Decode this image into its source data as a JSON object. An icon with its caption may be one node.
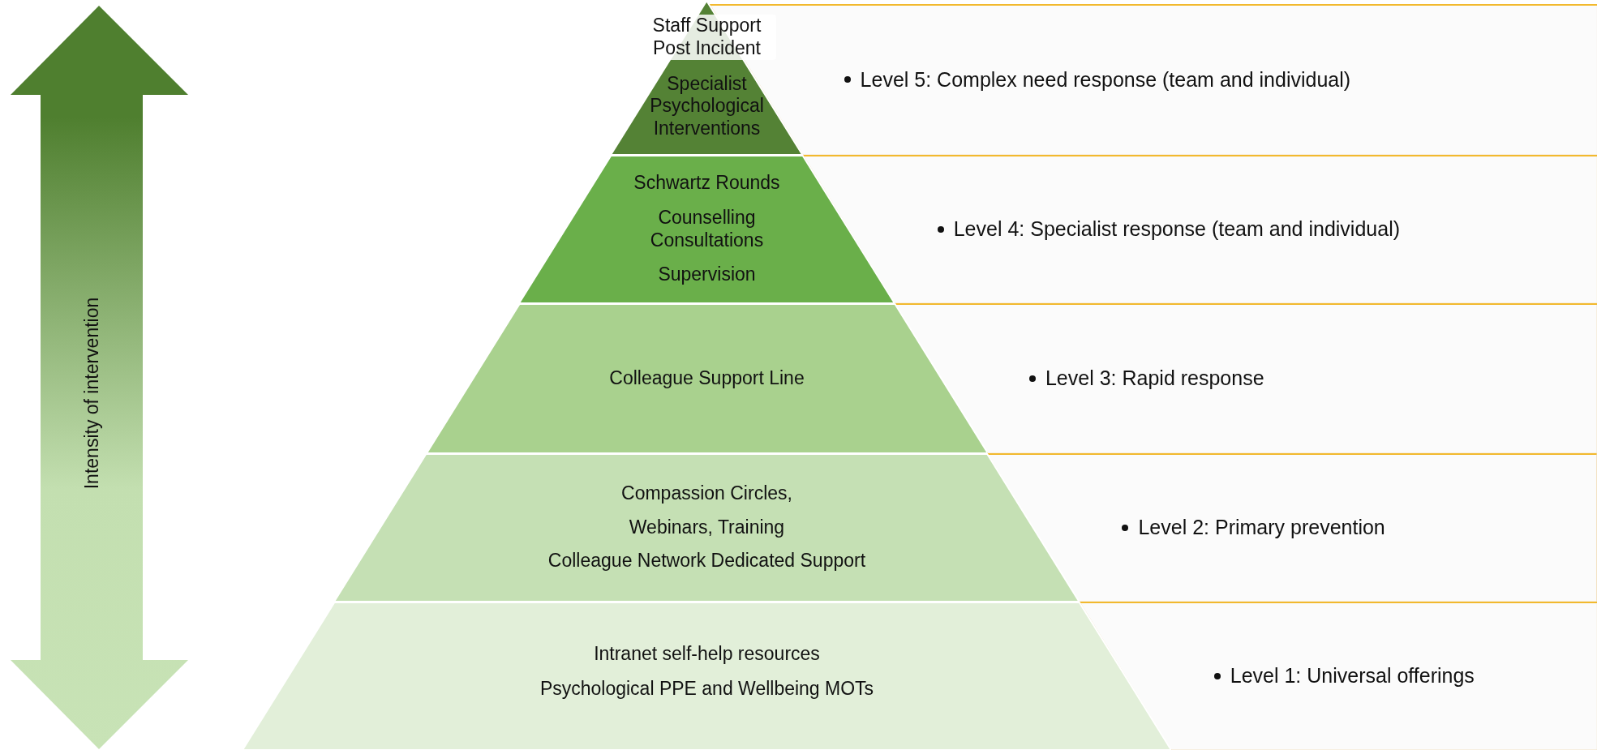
{
  "diagram": {
    "nodes": [
      {
        "text": [
          "Staff Support Post Incident",
          "Specialist Psychological Interventions"
        ]
      },
      {
        "text": [
          "Level 5: Complex need response (team and individual)"
        ]
      },
      {
        "text": [
          "Schwartz Rounds",
          "Counselling Consultations",
          "Supervision"
        ]
      },
      {
        "text": [
          "Level 4: Specialist response (team and individual)"
        ]
      },
      {
        "text": [
          "Colleague Support Line"
        ]
      },
      {
        "text": [
          "Level 3: Rapid response"
        ]
      },
      {
        "text": [
          "Compassion Circles,",
          "Webinars, Training",
          "Colleague Network Dedicated Support"
        ]
      },
      {
        "text": [
          "Level 2: Primary prevention"
        ]
      },
      {
        "text": [
          "Intranet self-help resources",
          "Psychological PPE and Wellbeing MOTs"
        ]
      },
      {
        "text": [
          "Level 1: Universal offerings"
        ]
      }
    ],
    "labels": [
      "Intensity of intervention"
    ]
  }
}
